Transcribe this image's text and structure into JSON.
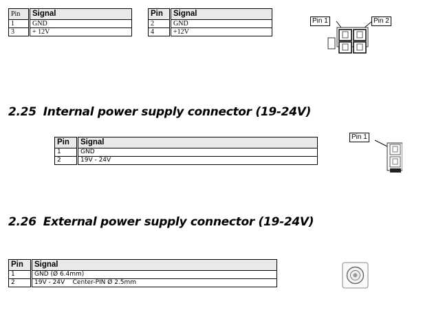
{
  "table1": {
    "header": {
      "pin": "Pin",
      "signal": "Signal"
    },
    "rows": [
      {
        "pin": "1",
        "signal": "GND"
      },
      {
        "pin": "3",
        "signal": "+ 12V"
      }
    ]
  },
  "table2": {
    "header": {
      "pin": "Pin",
      "signal": "Signal"
    },
    "rows": [
      {
        "pin": "2",
        "signal": "GND"
      },
      {
        "pin": "4",
        "signal": "+12V"
      }
    ]
  },
  "connector1": {
    "callout_left": "Pin 1",
    "callout_right": "Pin 2"
  },
  "section_225": {
    "number": "2.25",
    "title": "Internal power supply connector (19-24V)",
    "table": {
      "header": {
        "pin": "Pin",
        "signal": "Signal"
      },
      "rows": [
        {
          "pin": "1",
          "signal": "GND"
        },
        {
          "pin": "2",
          "signal": "19V - 24V"
        }
      ]
    },
    "callout": "Pin 1"
  },
  "section_226": {
    "number": "2.26",
    "title": "External power supply connector (19-24V)",
    "table": {
      "header": {
        "pin": "Pin",
        "signal": "Signal"
      },
      "rows": [
        {
          "pin": "1",
          "signal": "GND (Ø 6.4mm)"
        },
        {
          "pin": "2",
          "signal": "19V - 24V    Center-PIN Ø 2.5mm"
        }
      ]
    }
  }
}
